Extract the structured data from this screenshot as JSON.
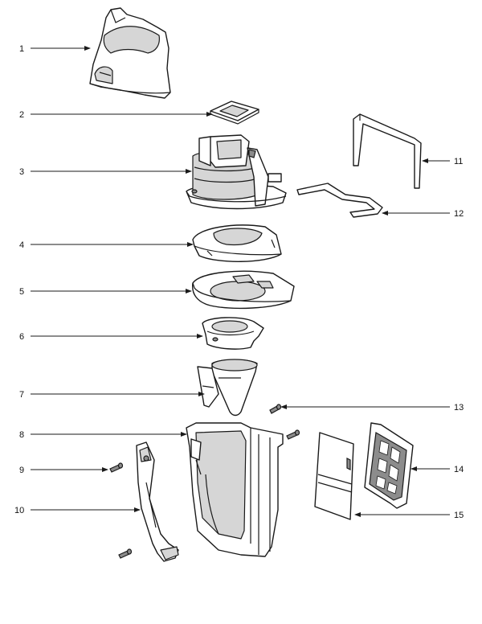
{
  "callouts": [
    {
      "id": "1",
      "label": "1"
    },
    {
      "id": "2",
      "label": "2"
    },
    {
      "id": "3",
      "label": "3"
    },
    {
      "id": "4",
      "label": "4"
    },
    {
      "id": "5",
      "label": "5"
    },
    {
      "id": "6",
      "label": "6"
    },
    {
      "id": "7",
      "label": "7"
    },
    {
      "id": "8",
      "label": "8"
    },
    {
      "id": "9",
      "label": "9"
    },
    {
      "id": "10",
      "label": "10"
    },
    {
      "id": "11",
      "label": "11"
    },
    {
      "id": "12",
      "label": "12"
    },
    {
      "id": "13",
      "label": "13"
    },
    {
      "id": "14",
      "label": "14"
    },
    {
      "id": "15",
      "label": "15"
    }
  ],
  "colors": {
    "line": "#1a1a1a",
    "shade": "#d6d6d6",
    "dark": "#8c8c8c",
    "background": "#ffffff"
  }
}
